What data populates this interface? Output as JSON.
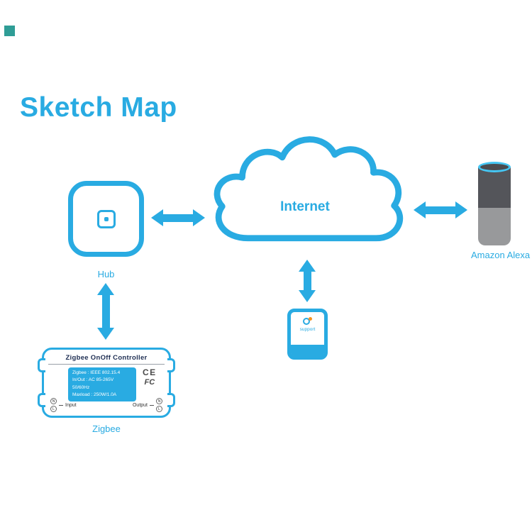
{
  "title": "Sketch Map",
  "colors": {
    "accent": "#29ABE2",
    "corner_teal": "#2F9D96",
    "alexa_ring": "#45C6F3",
    "alexa_dark": "#54555A",
    "alexa_light": "#98999B",
    "device_text": "#1D2D52"
  },
  "nodes": {
    "hub": {
      "label": "Hub"
    },
    "internet": {
      "label": "Internet"
    },
    "alexa": {
      "label": "Amazon Alexa"
    },
    "phone": {
      "app_label": "support"
    },
    "zigbee": {
      "label": "Zigbee",
      "device_title": "Zigbee OnOff Controller",
      "specs": [
        "Zigbee : IEEE 802.15.4",
        "In/Out : AC 85-265V 50/60Hz",
        "Maxload : 250W/1.0A"
      ],
      "certifications": [
        "CE",
        "FC"
      ],
      "input_label": "Input",
      "output_label": "Output",
      "terminal_top": "N",
      "terminal_bottom": "L"
    }
  },
  "connections": [
    {
      "from": "Hub",
      "to": "Internet",
      "type": "bidirectional"
    },
    {
      "from": "Internet",
      "to": "Amazon Alexa",
      "type": "bidirectional"
    },
    {
      "from": "Internet",
      "to": "Phone",
      "type": "bidirectional"
    },
    {
      "from": "Hub",
      "to": "Zigbee",
      "type": "bidirectional"
    }
  ]
}
